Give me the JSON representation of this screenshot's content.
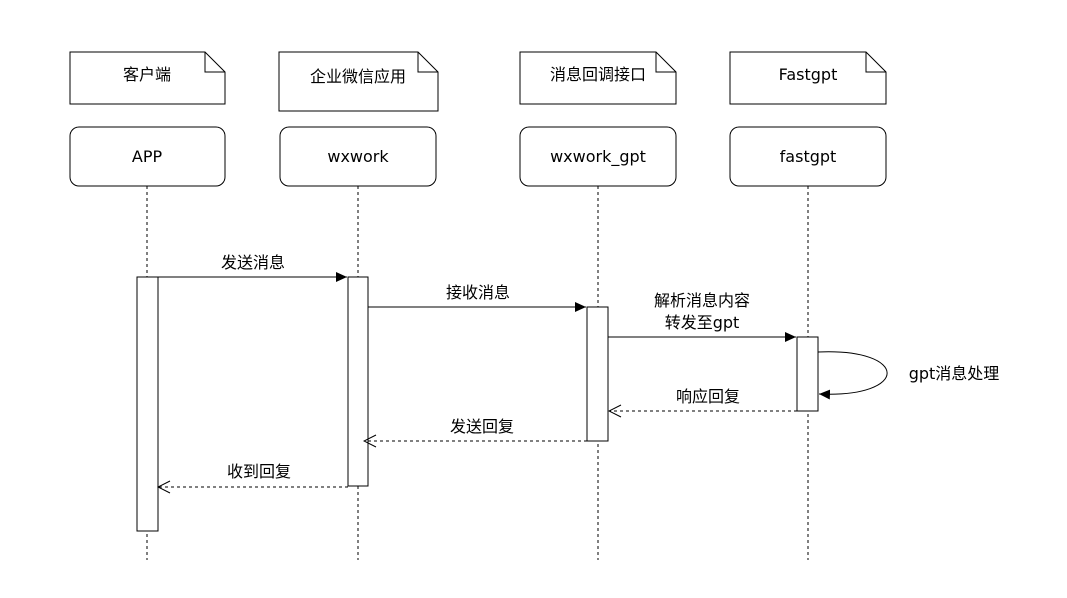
{
  "diagram": {
    "notes": {
      "client": "客户端",
      "wecom_app": "企业微信应用",
      "callback": "消息回调接口",
      "fastgpt": "Fastgpt"
    },
    "participants": {
      "app": "APP",
      "wxwork": "wxwork",
      "wxwork_gpt": "wxwork_gpt",
      "fastgpt": "fastgpt"
    },
    "messages": {
      "send_message": "发送消息",
      "receive_message": "接收消息",
      "parse_line1": "解析消息内容",
      "parse_line2": "转发至gpt",
      "self_process": "gpt消息处理",
      "respond_reply": "响应回复",
      "send_reply": "发送回复",
      "receive_reply": "收到回复"
    }
  }
}
